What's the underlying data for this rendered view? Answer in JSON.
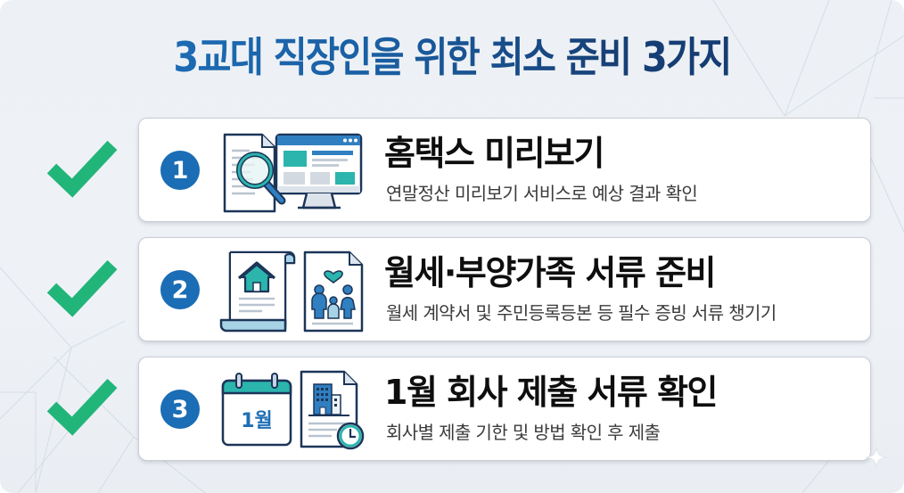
{
  "title": "3교대 직장인을 위한 최소 준비 3가지",
  "colors": {
    "title_start": "#1f72bd",
    "title_end": "#143a6e",
    "check_green": "#22b57a",
    "number_blue": "#1b6db5",
    "icon_navy": "#1c3558",
    "icon_teal": "#2bb5ad",
    "icon_blue": "#2f7fc1",
    "heading_text": "#0e0e0e",
    "sub_text": "#3b3b3b",
    "background": "#edf1f5"
  },
  "items": [
    {
      "number": "1",
      "icon": "document-monitor-magnifier-icon",
      "heading": "홈택스 미리보기",
      "description": "연말정산 미리보기 서비스로 예상 결과 확인",
      "checked": true
    },
    {
      "number": "2",
      "icon": "house-scroll-family-document-icon",
      "heading": "월세·부양가족 서류 준비",
      "description": "월세 계약서 및 주민등록등본 등 필수 증빙 서류 챙기기",
      "checked": true
    },
    {
      "number": "3",
      "icon": "calendar-building-clock-icon",
      "heading": "1월 회사 제출 서류 확인",
      "description": "회사별 제출 기한 및 방법 확인 후 제출",
      "checked": true,
      "calendar_label": "1월"
    }
  ]
}
